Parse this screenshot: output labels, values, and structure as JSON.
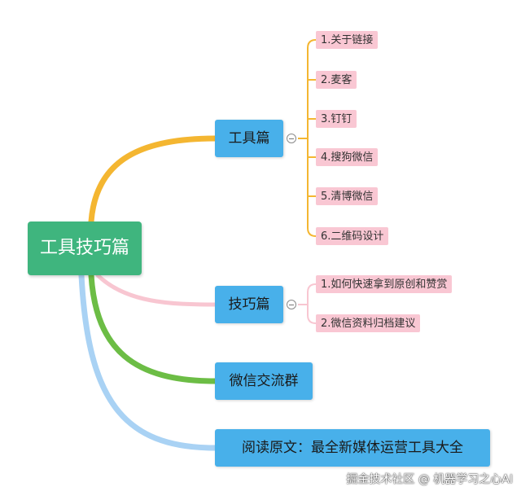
{
  "root": {
    "label": "工具技巧篇"
  },
  "branches": [
    {
      "label": "工具篇",
      "leaves": [
        "1.关于链接",
        "2.麦客",
        "3.钉钉",
        "4.搜狗微信",
        "5.清博微信",
        "6.二维码设计"
      ]
    },
    {
      "label": "技巧篇",
      "leaves": [
        "1.如何快速拿到原创和赞赏",
        "2.微信资料归档建议"
      ]
    },
    {
      "label": "微信交流群",
      "leaves": []
    },
    {
      "label": "阅读原文：最全新媒体运营工具大全",
      "leaves": []
    }
  ],
  "colors": {
    "root_fill": "#3fb57e",
    "branch_fill": "#48b0ea",
    "leaf_fill": "#f9c7d3",
    "connector_tools": "#f4b631",
    "connector_tips": "#f8c6d1",
    "connector_group": "#6cbd45",
    "connector_read": "#a9d2f4"
  },
  "watermark": "掘金技术社区 @ 机器学习之心AI"
}
